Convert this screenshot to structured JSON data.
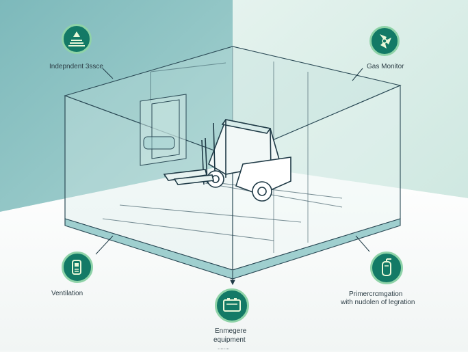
{
  "callouts": {
    "independent_space": {
      "label": "Indepndent 3ssce",
      "icon": "warning-floor-icon"
    },
    "gas_monitor": {
      "label": "Gas Monitor",
      "icon": "fan-icon"
    },
    "ventilation": {
      "label": "Ventilation",
      "icon": "ventilation-device-icon"
    },
    "emergency_equipment": {
      "line1": "Enmegere",
      "line2": "equipment",
      "line3": "........",
      "icon": "battery-icon"
    },
    "primer_circulation": {
      "line1": "Primercrcmgation",
      "line2": "with nudolen of legration",
      "icon": "fire-extinguisher-icon"
    }
  },
  "colors": {
    "accent": "#137a66",
    "accent_ring": "#8fd3a8",
    "line": "#1f3a46",
    "wall_left": "#8cc2c2",
    "wall_right": "#d7ece6",
    "floor": "#ffffff"
  }
}
